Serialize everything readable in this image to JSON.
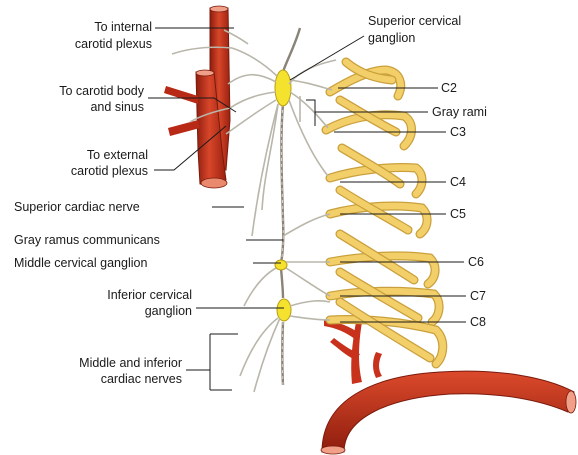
{
  "labels": {
    "internal_carotid": [
      "To internal",
      "carotid plexus"
    ],
    "carotid_body": [
      "To carotid body",
      "and sinus"
    ],
    "external_carotid": [
      "To external",
      "carotid plexus"
    ],
    "superior_cardiac": "Superior cardiac nerve",
    "gray_ramus_communicans": "Gray ramus communicans",
    "middle_cervical_ganglion": "Middle cervical ganglion",
    "inferior_cervical_ganglion": [
      "Inferior cervical",
      "ganglion"
    ],
    "middle_inferior_cardiac": [
      "Middle and inferior",
      "cardiac nerves"
    ],
    "superior_cervical_ganglion": [
      "Superior cervical",
      "ganglion"
    ],
    "gray_rami": "Gray rami",
    "c2": "C2",
    "c3": "C3",
    "c4": "C4",
    "c5": "C5",
    "c6": "C6",
    "c7": "C7",
    "c8": "C8"
  },
  "colors": {
    "artery": "#c8321c",
    "artery_dark": "#8e1d0e",
    "ganglion": "#f5e22e",
    "spinal_nerve": "#f3cf6a",
    "nerve": "#b9b6aa"
  }
}
